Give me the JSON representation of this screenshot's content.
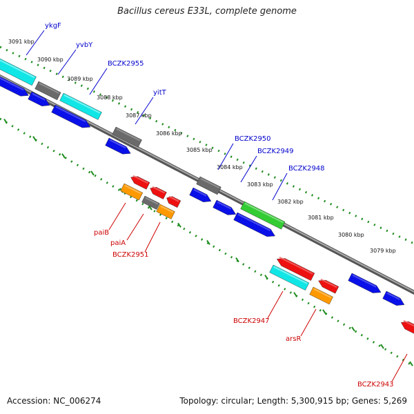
{
  "title": "Bacillus cereus E33L, complete genome",
  "footer": {
    "accession": "Accession: NC_006274",
    "summary": "Topology: circular; Length: 5,300,915 bp; Genes: 5,269"
  },
  "colors": {
    "backbone": "#7a7a7a",
    "tick": "#1e8c1e",
    "label_forward": "#0000cc",
    "label_reverse": "#cc0000",
    "blue": "#0a10e8",
    "cyan": "#11e6e6",
    "gray": "#6a6a6a",
    "green": "#33cc33",
    "red": "#ee1111",
    "orange": "#ff9900"
  },
  "ruler_labels": [
    "3091 kbp",
    "3090 kbp",
    "3089 kbp",
    "3088 kbp",
    "3087 kbp",
    "3086 kbp",
    "3085 kbp",
    "3084 kbp",
    "3083 kbp",
    "3082 kbp",
    "3081 kbp",
    "3080 kbp",
    "3079 kbp"
  ],
  "gene_labels": [
    {
      "text": "ykgF",
      "strand": "forward"
    },
    {
      "text": "yvbY",
      "strand": "forward"
    },
    {
      "text": "BCZK2955",
      "strand": "forward"
    },
    {
      "text": "yitT",
      "strand": "forward"
    },
    {
      "text": "BCZK2950",
      "strand": "forward"
    },
    {
      "text": "BCZK2949",
      "strand": "forward"
    },
    {
      "text": "BCZK2948",
      "strand": "forward"
    },
    {
      "text": "paiB",
      "strand": "reverse"
    },
    {
      "text": "paiA",
      "strand": "reverse"
    },
    {
      "text": "BCZK2951",
      "strand": "reverse"
    },
    {
      "text": "BCZK2947",
      "strand": "reverse"
    },
    {
      "text": "arsR",
      "strand": "reverse"
    },
    {
      "text": "BCZK2943",
      "strand": "reverse"
    }
  ],
  "features": [
    {
      "color": "cyan"
    },
    {
      "color": "blue"
    },
    {
      "color": "gray"
    },
    {
      "color": "blue"
    },
    {
      "color": "cyan"
    },
    {
      "color": "blue"
    },
    {
      "color": "gray"
    },
    {
      "color": "blue"
    },
    {
      "color": "gray"
    },
    {
      "color": "blue"
    },
    {
      "color": "blue"
    },
    {
      "color": "green"
    },
    {
      "color": "blue"
    },
    {
      "color": "blue"
    },
    {
      "color": "blue"
    },
    {
      "color": "red"
    },
    {
      "color": "red"
    },
    {
      "color": "red"
    },
    {
      "color": "orange"
    },
    {
      "color": "gray"
    },
    {
      "color": "orange"
    },
    {
      "color": "red"
    },
    {
      "color": "cyan"
    },
    {
      "color": "red"
    },
    {
      "color": "orange"
    },
    {
      "color": "red"
    }
  ]
}
